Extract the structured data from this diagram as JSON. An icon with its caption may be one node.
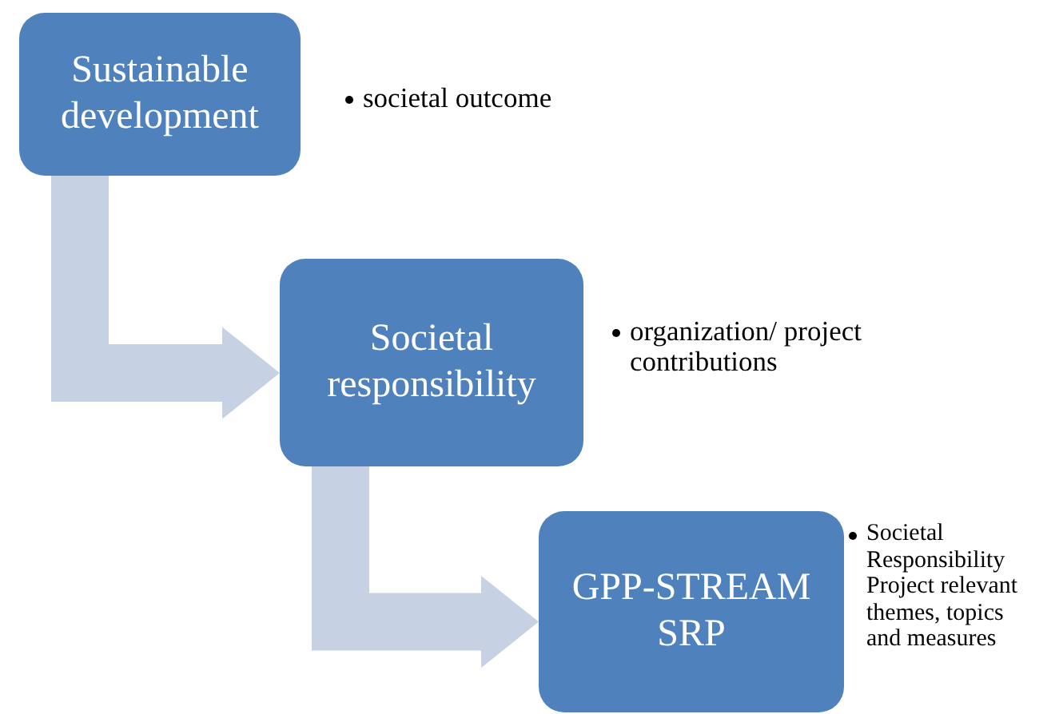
{
  "diagram": {
    "nodes": [
      {
        "text": [
          "Sustainable development"
        ],
        "beside": [
          "societal outcome"
        ]
      },
      {
        "text": [
          "Societal responsibility"
        ],
        "beside": [
          "organization/ project contributions"
        ]
      },
      {
        "text": [
          "GPP-STREAM SRP"
        ],
        "beside": [
          "Societal Responsibility Project relevant themes, topics and measures"
        ]
      }
    ],
    "edges": [
      {
        "from": 0,
        "to": 1,
        "arrow": "to"
      },
      {
        "from": 1,
        "to": 2,
        "arrow": "to"
      }
    ]
  }
}
